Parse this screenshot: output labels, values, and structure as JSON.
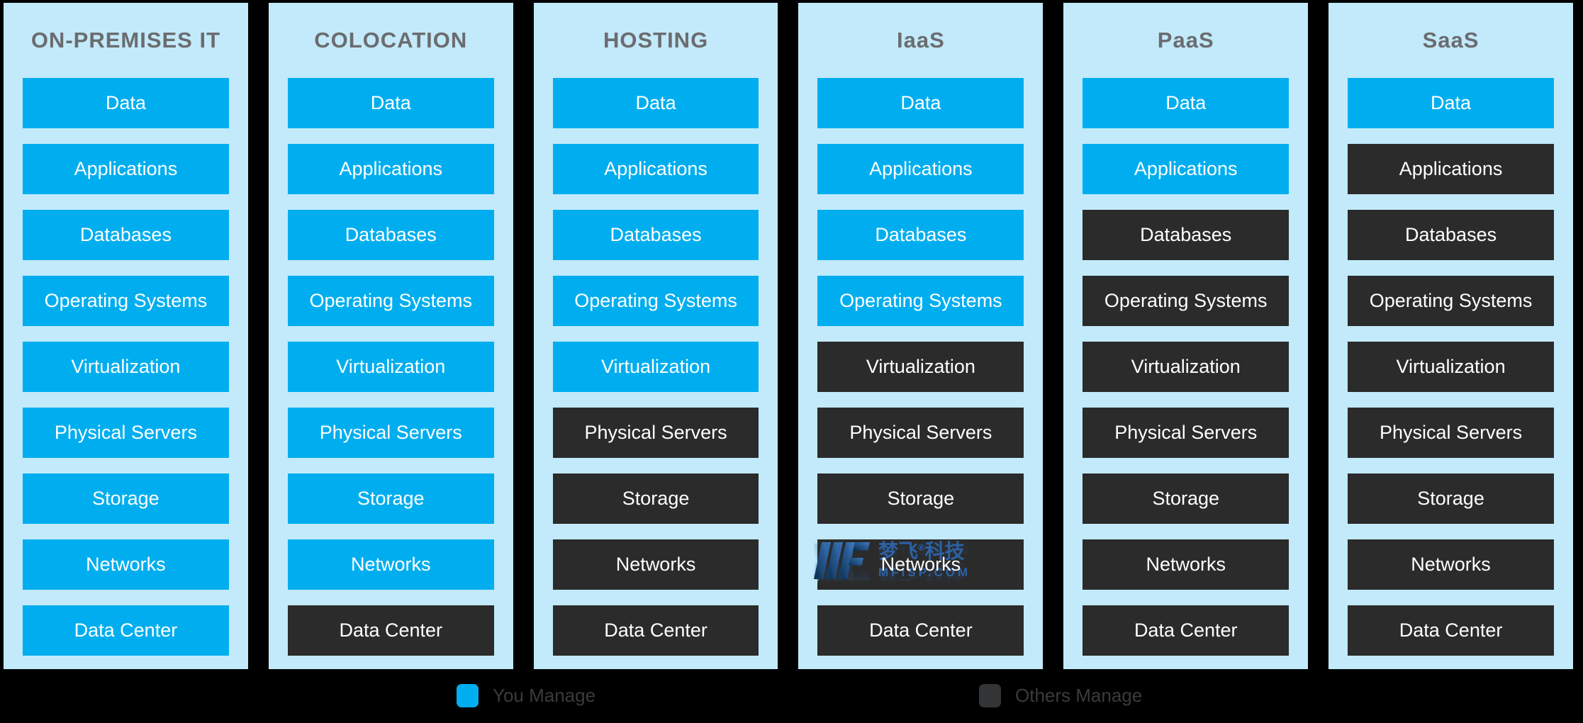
{
  "diagram": {
    "row_labels": [
      "Data",
      "Applications",
      "Databases",
      "Operating Systems",
      "Virtualization",
      "Physical Servers",
      "Storage",
      "Networks",
      "Data Center"
    ],
    "columns": [
      {
        "title": "ON-PREMISES IT",
        "managed": [
          "you",
          "you",
          "you",
          "you",
          "you",
          "you",
          "you",
          "you",
          "you"
        ]
      },
      {
        "title": "COLOCATION",
        "managed": [
          "you",
          "you",
          "you",
          "you",
          "you",
          "you",
          "you",
          "you",
          "others"
        ]
      },
      {
        "title": "HOSTING",
        "managed": [
          "you",
          "you",
          "you",
          "you",
          "you",
          "others",
          "others",
          "others",
          "others"
        ]
      },
      {
        "title": "IaaS",
        "managed": [
          "you",
          "you",
          "you",
          "you",
          "others",
          "others",
          "others",
          "others",
          "others"
        ]
      },
      {
        "title": "PaaS",
        "managed": [
          "you",
          "you",
          "others",
          "others",
          "others",
          "others",
          "others",
          "others",
          "others"
        ]
      },
      {
        "title": "SaaS",
        "managed": [
          "you",
          "others",
          "others",
          "others",
          "others",
          "others",
          "others",
          "others",
          "others"
        ]
      }
    ]
  },
  "legend": {
    "you_label": "You Manage",
    "others_label": "Others Manage"
  },
  "watermark": {
    "brand_prefix": "梦飞",
    "registered_mark": "®",
    "brand_suffix": "科技",
    "domain": "MFISP.COM"
  },
  "colors": {
    "you": "#00aeef",
    "others": "#2b2b2b",
    "panel_bg": "#c2eafb",
    "page_bg": "#000000",
    "header_text": "#6b6c6f",
    "cell_text": "#ffffff",
    "legend_text": "#3b3b3d",
    "watermark_blue": "#2d6fc1"
  }
}
